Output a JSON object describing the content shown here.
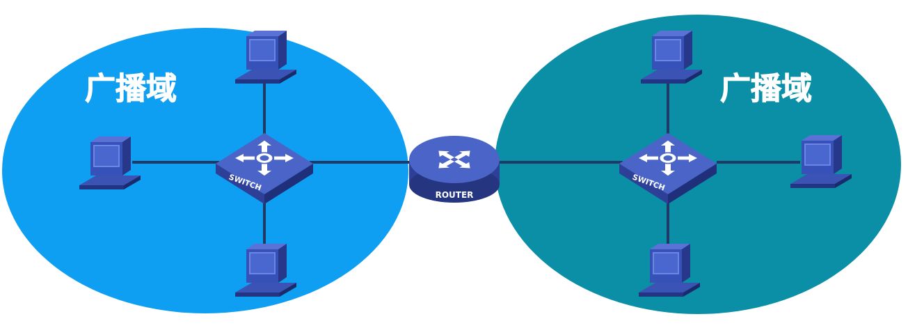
{
  "left_domain": {
    "label": "广播域",
    "color": "#0f9ff2"
  },
  "right_domain": {
    "label": "广播域",
    "color": "#0a8fa6"
  },
  "switches": [
    {
      "label": "SWITCH"
    },
    {
      "label": "SWITCH"
    }
  ],
  "router": {
    "label": "ROUTER"
  },
  "colors": {
    "device_top": "#4b64c8",
    "device_side": "#2d3f96",
    "screen": "#3c5bbf",
    "link": "#1f3a66"
  }
}
